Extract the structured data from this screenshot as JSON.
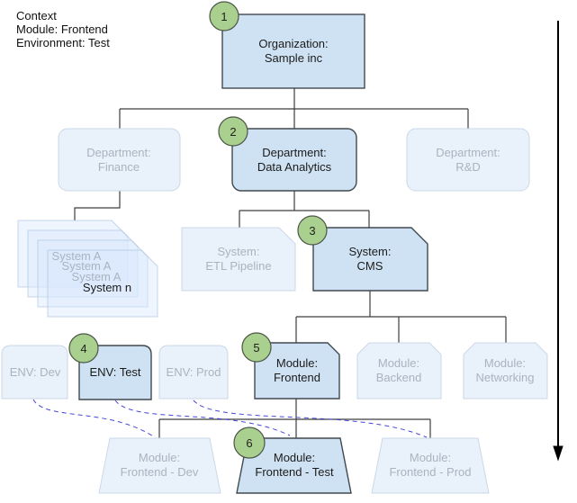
{
  "context": {
    "line1": "Context",
    "line2": "Module: Frontend",
    "line3": "Environment: Test"
  },
  "nodes": {
    "organization": {
      "line1": "Organization:",
      "line2": "Sample inc",
      "badge": "1"
    },
    "dept_finance": {
      "line1": "Department:",
      "line2": "Finance"
    },
    "dept_data_analytics": {
      "line1": "Department:",
      "line2": "Data Analytics",
      "badge": "2"
    },
    "dept_rnd": {
      "line1": "Department:",
      "line2": "R&D"
    },
    "system_stack": {
      "labels": [
        "System A",
        "System A",
        "System A",
        "System n"
      ]
    },
    "system_etl": {
      "line1": "System:",
      "line2": "ETL Pipeline"
    },
    "system_cms": {
      "line1": "System:",
      "line2": "CMS",
      "badge": "3"
    },
    "env_dev": {
      "label": "ENV: Dev"
    },
    "env_test": {
      "label": "ENV: Test",
      "badge": "4"
    },
    "env_prod": {
      "label": "ENV: Prod"
    },
    "module_frontend": {
      "line1": "Module:",
      "line2": "Frontend",
      "badge": "5"
    },
    "module_backend": {
      "line1": "Module:",
      "line2": "Backend"
    },
    "module_networking": {
      "line1": "Module:",
      "line2": "Networking"
    },
    "deploy_dev": {
      "line1": "Module:",
      "line2": "Frontend - Dev"
    },
    "deploy_test": {
      "line1": "Module:",
      "line2": "Frontend - Test",
      "badge": "6"
    },
    "deploy_prod": {
      "line1": "Module:",
      "line2": "Frontend - Prod"
    }
  },
  "colors": {
    "highlight_fill": "#cfe2f3",
    "highlight_stroke": "#40494f",
    "faded_fill": "#e9f1fa",
    "faded_stroke": "#cbd8e8",
    "faded_text": "#a9b4c0",
    "badge_fill": "#a9d08e",
    "connector": "#3d3d3d",
    "dashed_link": "#4646d8"
  }
}
